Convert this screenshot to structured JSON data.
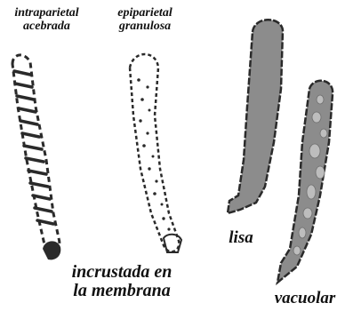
{
  "labels": {
    "intraparietal_line1": "intraparietal",
    "intraparietal_line2": "acebrada",
    "epiparietal_line1": "epiparietal",
    "epiparietal_line2": "granulosa",
    "incrustada_line1": "incrustada en",
    "incrustada_line2": "la membrana",
    "lisa": "lisa",
    "vacuolar": "vacuolar"
  },
  "colors": {
    "ink": "#2a2a2a",
    "smooth_fill": "#8c8c8c",
    "vacuole_fill": "#bdbdbd"
  }
}
